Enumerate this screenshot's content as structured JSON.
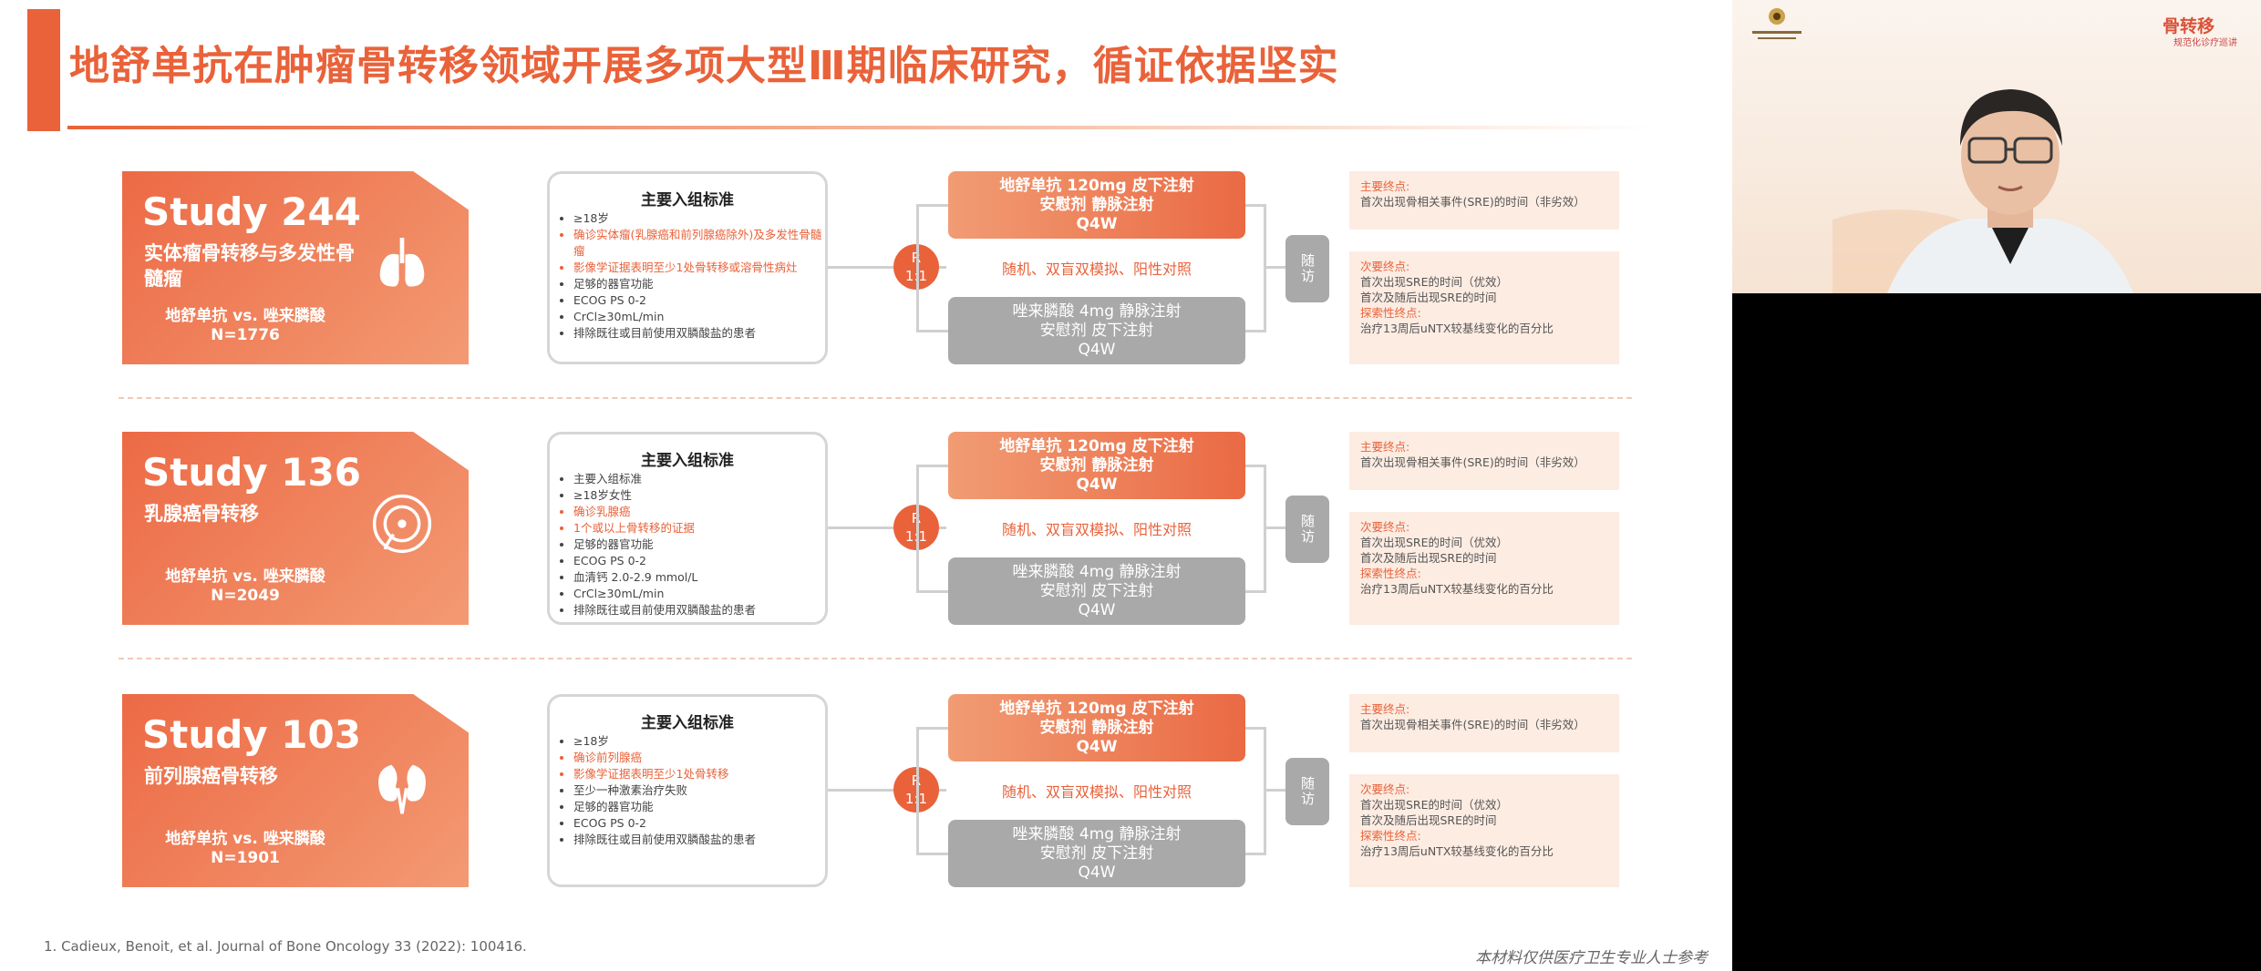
{
  "slide": {
    "title": "地舒单抗在肿瘤骨转移领域开展多项大型Ⅲ期临床研究，循证依据坚实",
    "footnote": "1. Cadieux, Benoit, et al. Journal of Bone Oncology 33 (2022): 100416.",
    "disclaimer": "本材料仅供医疗卫生专业人士参考",
    "accent_color": "#e9623a",
    "rand_label": {
      "r": "R",
      "ratio": "1:1"
    },
    "blinding": "随机、双盲双模拟、阳性对照",
    "followup": "随访",
    "criteria_title": "主要入组标准",
    "arm_top": [
      "地舒单抗 120mg 皮下注射",
      "安慰剂 静脉注射",
      "Q4W"
    ],
    "arm_bottom": [
      "唑来膦酸 4mg 静脉注射",
      "安慰剂 皮下注射",
      "Q4W"
    ],
    "endpoint_primary": {
      "label": "主要终点:",
      "text": "首次出现骨相关事件(SRE)的时间（非劣效）"
    },
    "endpoint_secondary": {
      "label": "次要终点:",
      "lines": [
        "首次出现SRE的时间（优效）",
        "首次及随后出现SRE的时间"
      ],
      "explore_label": "探索性终点:",
      "explore_text": "治疗13周后uNTX较基线变化的百分比"
    },
    "studies": [
      {
        "name": "Study 244",
        "desc": "实体瘤骨转移与多发性骨髓瘤",
        "compare": "地舒单抗 vs. 唑来膦酸",
        "n": "N=1776",
        "icon": "lungs-icon",
        "criteria": [
          {
            "t": "≥18岁",
            "hl": false
          },
          {
            "t": "确诊实体瘤(乳腺癌和前列腺癌除外)及多发性骨髓瘤",
            "hl": true
          },
          {
            "t": "影像学证据表明至少1处骨转移或溶骨性病灶",
            "hl": true
          },
          {
            "t": "足够的器官功能",
            "hl": false
          },
          {
            "t": "ECOG PS 0-2",
            "hl": false
          },
          {
            "t": "CrCl≥30mL/min",
            "hl": false
          },
          {
            "t": "排除既往或目前使用双膦酸盐的患者",
            "hl": false
          }
        ]
      },
      {
        "name": "Study 136",
        "desc": "乳腺癌骨转移",
        "compare": "地舒单抗 vs. 唑来膦酸",
        "n": "N=2049",
        "icon": "breast-icon",
        "criteria": [
          {
            "t": "主要入组标准",
            "hl": false
          },
          {
            "t": "≥18岁女性",
            "hl": false
          },
          {
            "t": "确诊乳腺癌",
            "hl": true
          },
          {
            "t": "1个或以上骨转移的证据",
            "hl": true
          },
          {
            "t": "足够的器官功能",
            "hl": false
          },
          {
            "t": "ECOG PS 0-2",
            "hl": false
          },
          {
            "t": "血清钙 2.0-2.9 mmol/L",
            "hl": false
          },
          {
            "t": "CrCl≥30mL/min",
            "hl": false
          },
          {
            "t": "排除既往或目前使用双膦酸盐的患者",
            "hl": false
          }
        ]
      },
      {
        "name": "Study 103",
        "desc": "前列腺癌骨转移",
        "compare": "地舒单抗 vs. 唑来膦酸",
        "n": "N=1901",
        "icon": "kidney-icon",
        "criteria": [
          {
            "t": "≥18岁",
            "hl": false
          },
          {
            "t": "确诊前列腺癌",
            "hl": true
          },
          {
            "t": "影像学证据表明至少1处骨转移",
            "hl": true
          },
          {
            "t": "至少一种激素治疗失败",
            "hl": false
          },
          {
            "t": "足够的器官功能",
            "hl": false
          },
          {
            "t": "ECOG PS 0-2",
            "hl": false
          },
          {
            "t": "排除既往或目前使用双膦酸盐的患者",
            "hl": false
          }
        ]
      }
    ]
  },
  "webcam": {
    "logo_right": "骨转移",
    "logo_right_sub": "规范化诊疗巡讲"
  }
}
